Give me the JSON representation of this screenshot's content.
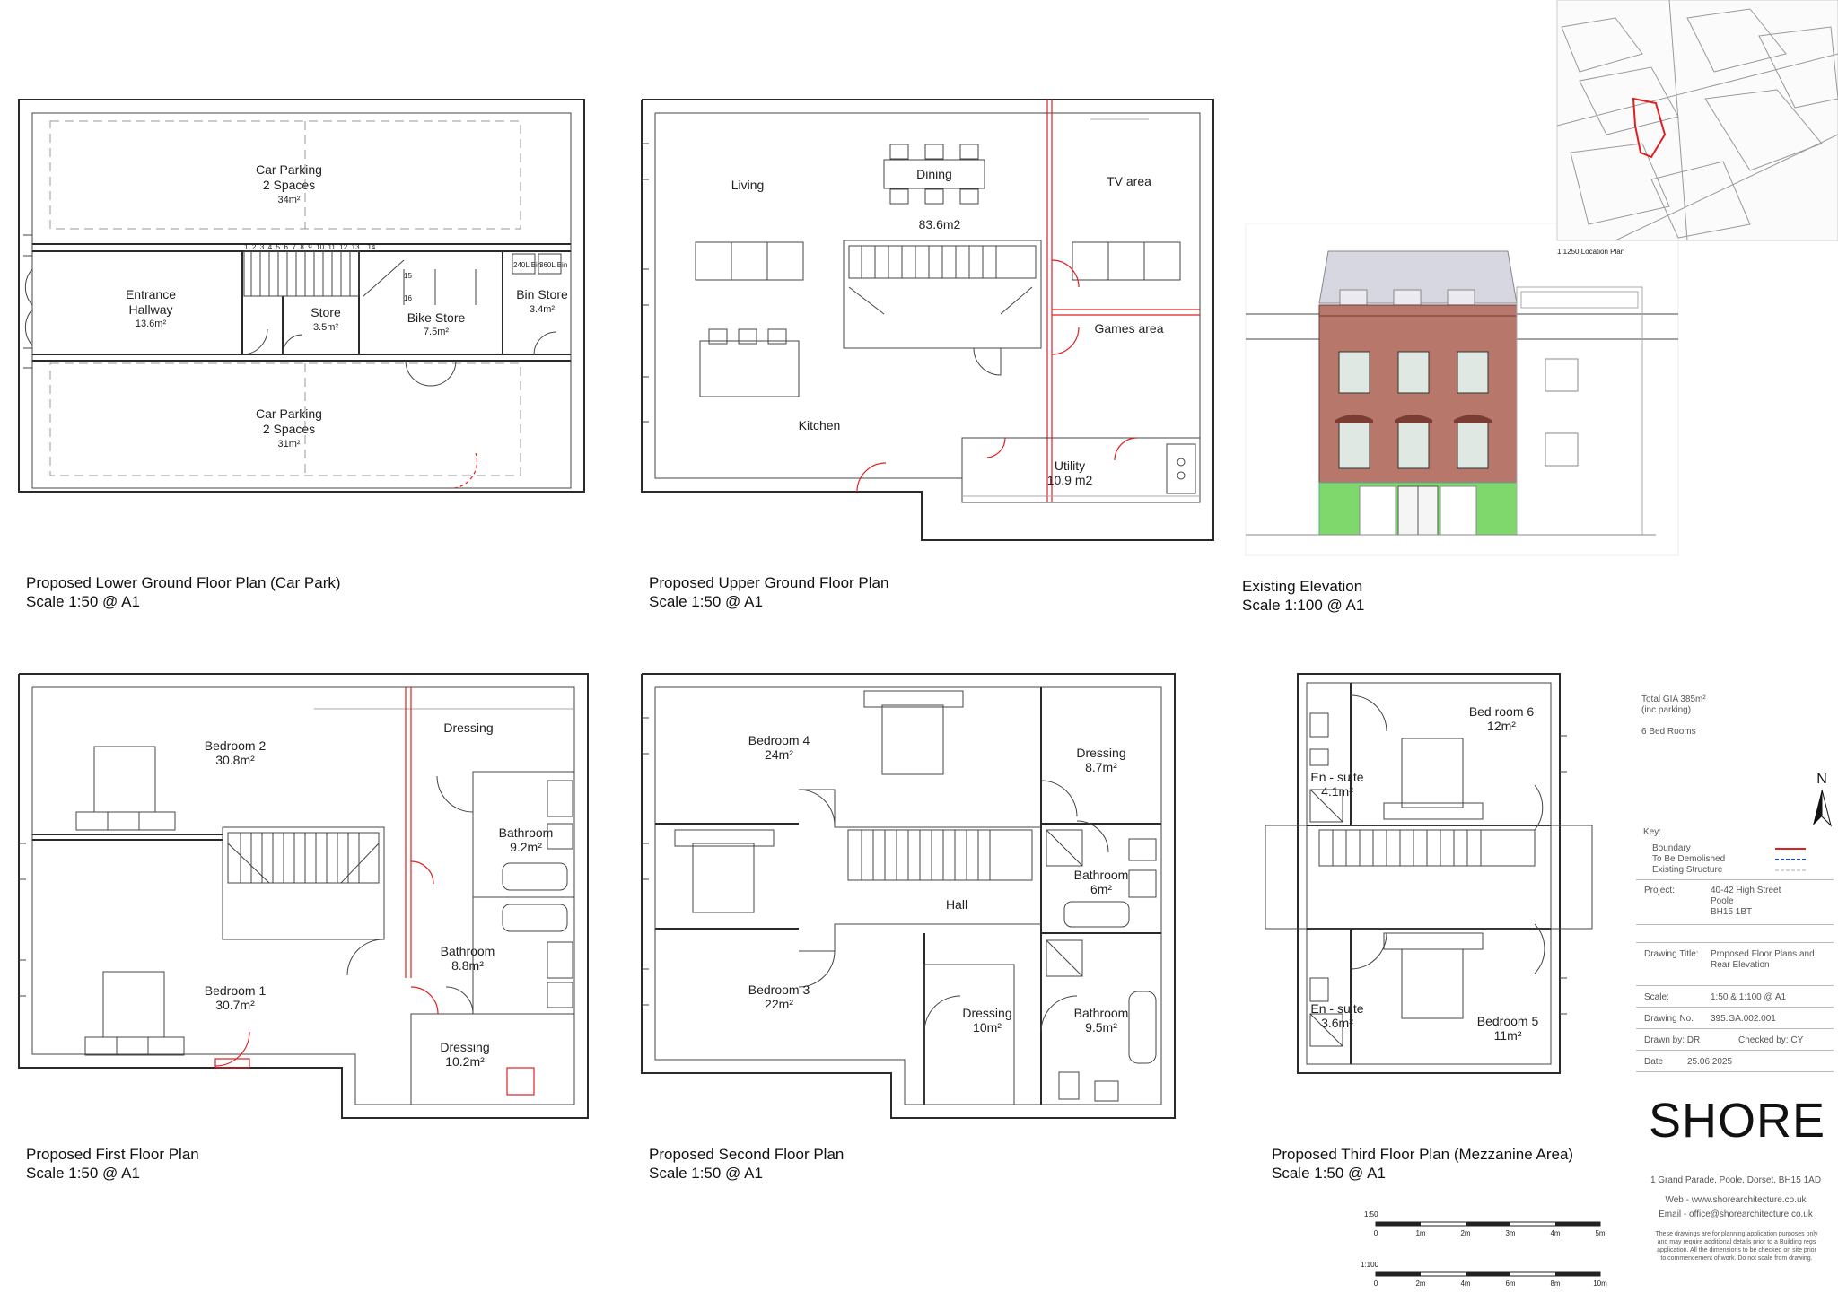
{
  "plans": {
    "lower_ground": {
      "title": "Proposed Lower Ground Floor Plan (Car Park)",
      "scale": "Scale 1:50 @ A1",
      "rooms": [
        {
          "name": "Car Parking",
          "sub": "2 Spaces",
          "area": "34m²"
        },
        {
          "name": "Entrance",
          "sub": "Hallway",
          "area": "13.6m²"
        },
        {
          "name": "Store",
          "area": "3.5m²"
        },
        {
          "name": "Bike Store",
          "area": "7.5m²"
        },
        {
          "name": "Bin Store",
          "area": "3.4m²"
        },
        {
          "name": "Car Parking",
          "sub": "2 Spaces",
          "area": "31m²"
        }
      ],
      "bins": [
        "240L Bin",
        "360L Bin"
      ]
    },
    "upper_ground": {
      "title": "Proposed Upper Ground Floor Plan",
      "scale": "Scale 1:50 @ A1",
      "rooms": [
        {
          "name": "Living"
        },
        {
          "name": "Dining"
        },
        {
          "name": "83.6m2"
        },
        {
          "name": "TV area"
        },
        {
          "name": "Games area"
        },
        {
          "name": "Kitchen"
        },
        {
          "name": "Utility",
          "area": "10.9 m2"
        }
      ]
    },
    "elevation": {
      "title": "Existing Elevation",
      "scale": "Scale 1:100 @ A1"
    },
    "first": {
      "title": "Proposed First Floor Plan",
      "scale": "Scale 1:50 @ A1",
      "rooms": [
        {
          "name": "Bedroom 2",
          "area": "30.8m²"
        },
        {
          "name": "Dressing"
        },
        {
          "name": "Bathroom",
          "area": "9.2m²"
        },
        {
          "name": "Bathroom",
          "area": "8.8m²"
        },
        {
          "name": "Bedroom 1",
          "area": "30.7m²"
        },
        {
          "name": "Dressing",
          "area": "10.2m²"
        }
      ]
    },
    "second": {
      "title": "Proposed Second Floor Plan",
      "scale": "Scale 1:50 @ A1",
      "rooms": [
        {
          "name": "Bedroom 4",
          "area": "24m²"
        },
        {
          "name": "Dressing",
          "area": "8.7m²"
        },
        {
          "name": "Bathroom",
          "area": "6m²"
        },
        {
          "name": "Hall"
        },
        {
          "name": "Bedroom 3",
          "area": "22m²"
        },
        {
          "name": "Dressing",
          "area": "10m²"
        },
        {
          "name": "Bathroom",
          "area": "9.5m²"
        }
      ]
    },
    "third": {
      "title": "Proposed Third Floor Plan (Mezzanine Area)",
      "scale": "Scale 1:50 @ A1",
      "rooms": [
        {
          "name": "Bed room 6",
          "area": "12m²"
        },
        {
          "name": "En - suite",
          "area": "4.1m²"
        },
        {
          "name": "En - suite",
          "area": "3.6m²"
        },
        {
          "name": "Bedroom 5",
          "area": "11m²"
        }
      ]
    }
  },
  "location_plan": {
    "label": "1:1250 Location Plan"
  },
  "title_block": {
    "gia": "Total GIA 385m²",
    "gia_note": "(inc parking)",
    "bedrooms": "6 Bed Rooms",
    "north": "N",
    "key_label": "Key:",
    "key_items": [
      {
        "label": "Boundary",
        "color": "#e02020"
      },
      {
        "label": "To Be Demolished",
        "color": "#2040d0"
      },
      {
        "label": "Existing Structure",
        "color": "#aaaaaa"
      }
    ],
    "project_label": "Project:",
    "project_lines": [
      "40-42 High Street",
      "Poole",
      "BH15 1BT"
    ],
    "drawing_title_label": "Drawing Title:",
    "drawing_title_lines": [
      "Proposed Floor Plans and",
      "Rear Elevation"
    ],
    "scale_label": "Scale:",
    "scale_value": "1:50 & 1:100 @ A1",
    "drawing_no_label": "Drawing No.",
    "drawing_no_value": "395.GA.002.001",
    "drawn_by": "Drawn by:  DR",
    "checked_by": "Checked by:  CY",
    "date_label": "Date",
    "date_value": "25.06.2025",
    "logo": "SHORE",
    "address": "1 Grand Parade, Poole, Dorset, BH15 1AD",
    "web": "Web - www.shorearchitecture.co.uk",
    "email": "Email - office@shorearchitecture.co.uk",
    "disclaimer": [
      "These drawings are for planning application purposes only",
      "and may require additional details prior to a Building regs",
      "application. All the dimensions to be checked on site prior",
      "to commencement of work. Do not scale from drawing."
    ]
  },
  "scale_bars": [
    {
      "label": "1:50",
      "ticks": [
        "0",
        "1m",
        "2m",
        "3m",
        "4m",
        "5m"
      ]
    },
    {
      "label": "1:100",
      "ticks": [
        "0",
        "2m",
        "4m",
        "6m",
        "8m",
        "10m"
      ]
    }
  ],
  "stair_numbers": [
    "1",
    "2",
    "3",
    "4",
    "5",
    "6",
    "7",
    "8",
    "9",
    "10",
    "11",
    "12",
    "13",
    "14",
    "15",
    "16"
  ]
}
